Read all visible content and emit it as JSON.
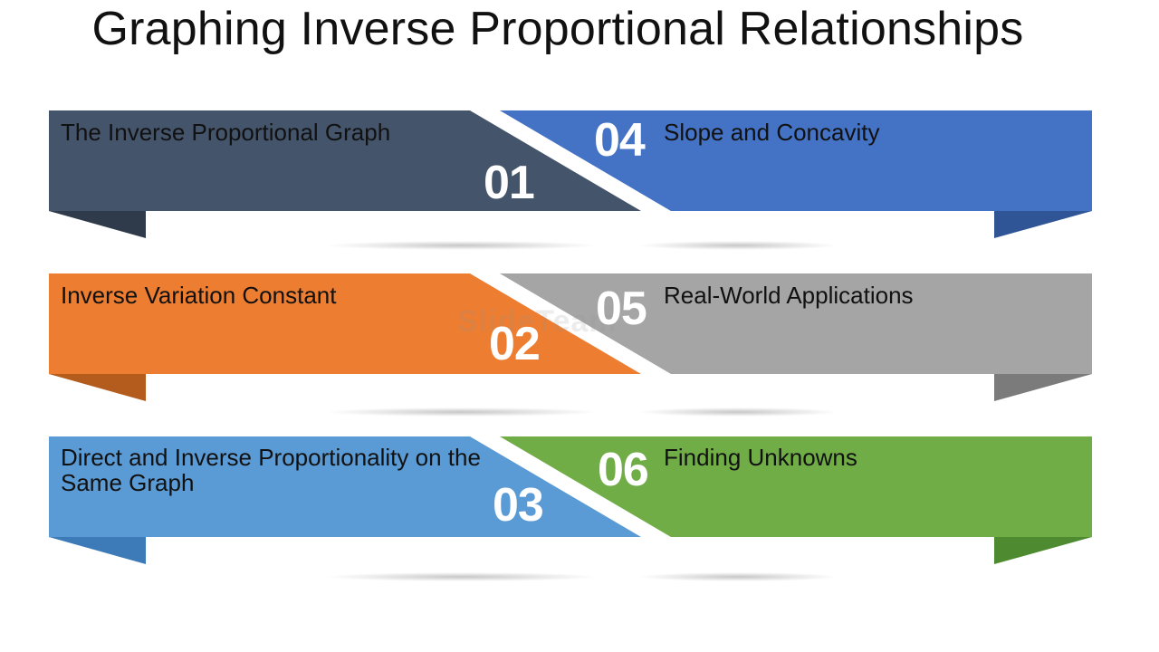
{
  "title": "Graphing Inverse Proportional Relationships",
  "watermark": "SlideTeam",
  "colors": {
    "item1": "#44546a",
    "item2": "#ed7d31",
    "item3": "#5b9bd5",
    "item4": "#4472c4",
    "item5": "#a5a5a5",
    "item6": "#70ad47"
  },
  "items": [
    {
      "number": "01",
      "label": "The Inverse Proportional Graph"
    },
    {
      "number": "02",
      "label": "Inverse Variation Constant"
    },
    {
      "number": "03",
      "label": "Direct and Inverse Proportionality on the Same Graph"
    },
    {
      "number": "04",
      "label": "Slope and Concavity"
    },
    {
      "number": "05",
      "label": "Real-World Applications"
    },
    {
      "number": "06",
      "label": "Finding Unknowns"
    }
  ]
}
